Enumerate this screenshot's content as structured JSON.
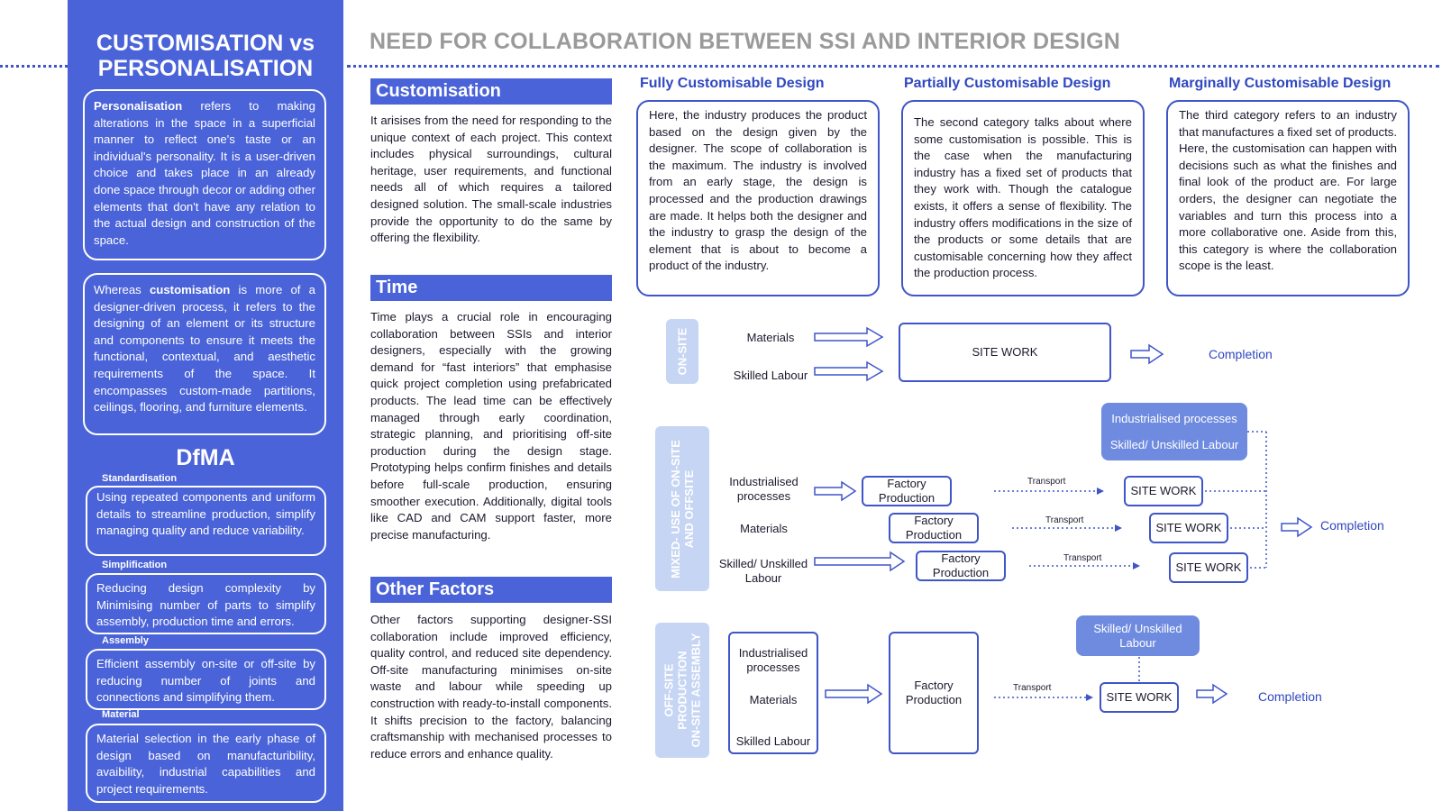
{
  "sidebar": {
    "title": "CUSTOMISATION vs PERSONALISATION",
    "personalisation": {
      "term": "Personalisation",
      "text": " refers to making alterations in the space in a superficial manner to reflect one's taste or an individual's personality. It is a user-driven choice and takes place in an already done space through decor or adding other elements that don't have any relation to the actual design and construction of the space."
    },
    "customisation": {
      "lead": "Whereas ",
      "term": "customisation",
      "text": " is more of a designer-driven process, it refers to the designing of an element or its structure and components to ensure it meets the functional, contextual, and aesthetic requirements of the space. It encompasses custom-made partitions, ceilings, flooring, and furniture elements."
    },
    "dfma": {
      "title": "DfMA",
      "items": [
        {
          "label": "Standardisation",
          "text": "Using repeated components and uniform details to streamline production, simplify managing quality and reduce variability."
        },
        {
          "label": "Simplification",
          "text": "Reducing design complexity by Minimising number of parts to simplify assembly, production time and errors."
        },
        {
          "label": "Assembly",
          "text": "Efficient assembly on-site or off-site by reducing number of joints and connections and simplifying them."
        },
        {
          "label": "Material",
          "text": "Material selection in the early phase of design based on manufacturibility, avaibility, industrial capabilities and project requirements."
        }
      ]
    }
  },
  "main_title": "NEED FOR COLLABORATION BETWEEN SSI AND INTERIOR DESIGN",
  "sections": [
    {
      "heading": "Customisation",
      "text": "It arisises from the need for responding to the unique context of each project. This context includes physical surroundings, cultural heritage, user requirements, and functional needs all of which requires a tailored designed solution. The small-scale industries provide the opportunity to do the same by offering the flexibility."
    },
    {
      "heading": "Time",
      "text": "Time plays a crucial role in encouraging collaboration between SSIs and interior designers, especially with the growing demand for “fast interiors” that emphasise quick project completion using prefabricated products. The lead time can be effectively managed through early coordination, strategic planning, and prioritising off-site production during the design stage. Prototyping helps confirm finishes and details before full-scale production, ensuring smoother execution. Additionally, digital tools like CAD and CAM support faster, more precise manufacturing."
    },
    {
      "heading": "Other Factors",
      "text": "Other factors supporting designer-SSI collaboration include improved efficiency, quality control, and reduced site dependency. Off-site manufacturing minimises on-site waste and labour while speeding up construction with ready-to-install components. It shifts precision to the factory, balancing craftsmanship with mechanised processes to reduce errors and enhance quality."
    }
  ],
  "designs": [
    {
      "heading": "Fully Customisable Design",
      "text": "Here, the industry produces the product based on the design given by the designer. The scope of collaboration is the maximum. The industry is involved from an early stage, the design is processed and the production drawings are made. It helps both the designer and the industry to grasp the design of the element that is about to become a product of the industry."
    },
    {
      "heading": "Partially Customisable Design",
      "text": "The second category talks about where some customisation is possible. This is the case when the manufacturing industry has a fixed set of products that they work with. Though the catalogue exists, it offers a sense of flexibility. The industry offers modifications in the size of the products or some details that are customisable concerning how they affect the production process."
    },
    {
      "heading": "Marginally Customisable Design",
      "text": "The third category refers to an industry that manufactures a fixed set of products. Here, the customisation can happen with decisions such as what the finishes and final look of the product are. For large orders, the designer can negotiate the variables and turn this process into a more collaborative one. Aside from this, this category is where the collaboration scope is the least."
    }
  ],
  "diagram": {
    "onsite": {
      "label": "ON-SITE",
      "inputs": [
        "Materials",
        "Skilled Labour"
      ],
      "site_work": "SITE WORK",
      "completion": "Completion"
    },
    "mixed": {
      "label_line1": "MIXED- USE OF ON-SITE",
      "label_line2": "AND OFFSITE",
      "filled_1": "Industrialised processes",
      "filled_2": "Skilled/ Unskilled Labour",
      "rows": [
        {
          "input": "Industrialised processes",
          "factory": "Factory Production",
          "transport": "Transport",
          "site": "SITE WORK"
        },
        {
          "input": "Materials",
          "factory": "Factory Production",
          "transport": "Transport",
          "site": "SITE WORK"
        },
        {
          "input": "Skilled/ Unskilled Labour",
          "factory": "Factory Production",
          "transport": "Transport",
          "site": "SITE WORK"
        }
      ],
      "completion": "Completion"
    },
    "offsite": {
      "label_line1": "OFF-SITE",
      "label_line2": "PRODUCTION",
      "label_line3": "ON-SITE ASSEMBLY",
      "inputs": [
        "Industrialised processes",
        "Materials",
        "Skilled Labour"
      ],
      "factory": "Factory Production",
      "filled": "Skilled/ Unskilled Labour",
      "transport": "Transport",
      "site": "SITE WORK",
      "completion": "Completion"
    }
  },
  "colors": {
    "primary": "#4a63d8",
    "accent_text": "#3048c0",
    "light_label": "#c6d5f3",
    "filled_box": "#6f8be0",
    "title_gray": "#9a9a9a"
  }
}
